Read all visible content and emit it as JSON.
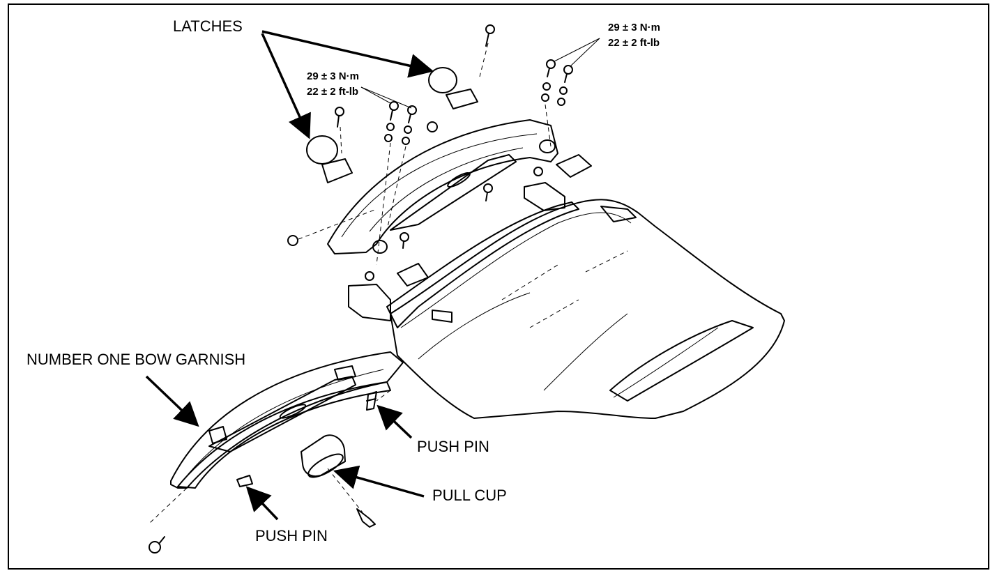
{
  "labels": {
    "latches": "LATCHES",
    "torque_left_nm": "29 ± 3 N·m",
    "torque_left_ftlb": "22 ± 2 ft-lb",
    "torque_right_nm": "29 ± 3 N·m",
    "torque_right_ftlb": "22 ± 2 ft-lb",
    "bow_garnish": "NUMBER ONE BOW GARNISH",
    "push_pin_right": "PUSH PIN",
    "pull_cup": "PULL CUP",
    "push_pin_bottom": "PUSH PIN"
  }
}
